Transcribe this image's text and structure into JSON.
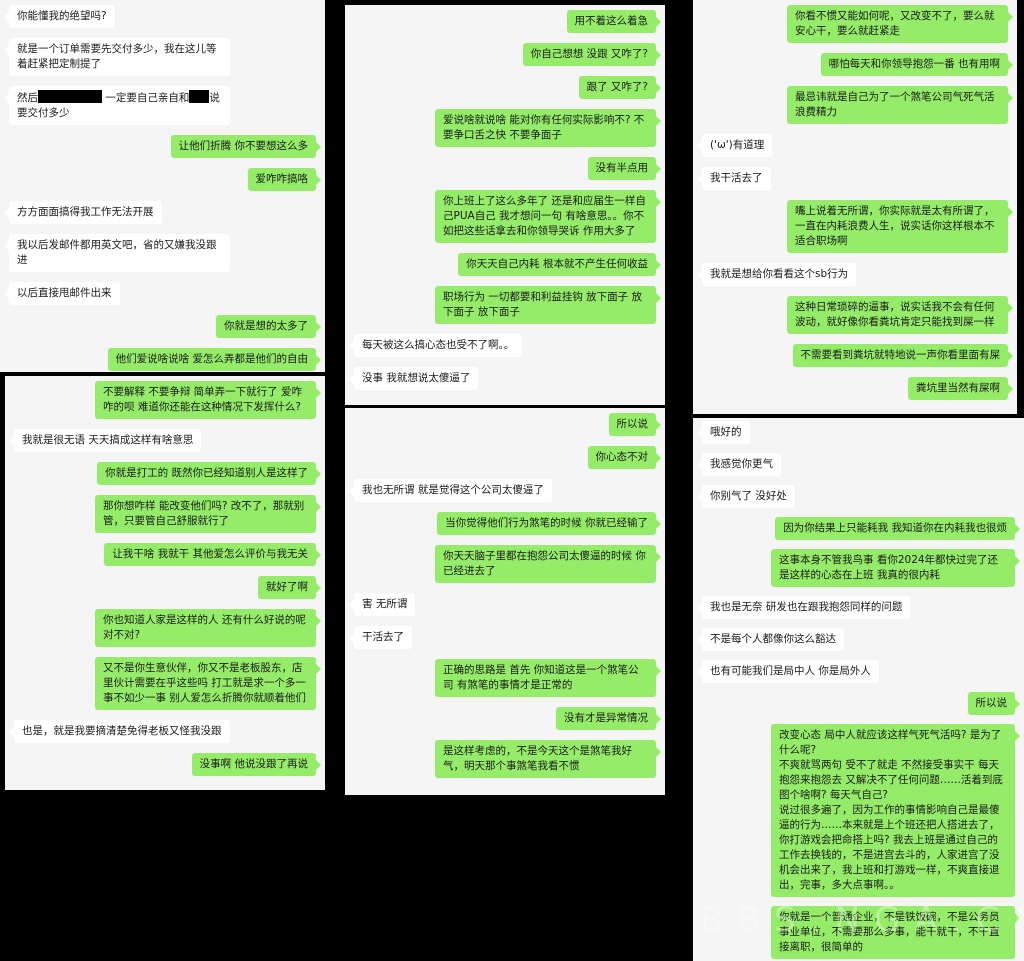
{
  "colors": {
    "outgoing_bubble": "#95ec69",
    "incoming_bubble": "#ffffff",
    "chat_background": "#f5f5f5",
    "page_background": "#000000"
  },
  "panels": [
    {
      "id": "pA",
      "messages": [
        {
          "from": "them",
          "text": "你能懂我的绝望吗?"
        },
        {
          "from": "them",
          "text": "就是一个订单需要先交付多少，我在这儿等着赶紧把定制提了"
        },
        {
          "from": "them",
          "parts": [
            "然后",
            null,
            " 一定要自己亲自和",
            null,
            "说要交付多少"
          ]
        },
        {
          "from": "me",
          "text": "让他们折腾 你不要想这么多"
        },
        {
          "from": "me",
          "text": "爱咋咋搞咯"
        },
        {
          "from": "them",
          "text": "方方面面搞得我工作无法开展"
        },
        {
          "from": "them",
          "text": "我以后发邮件都用英文吧，省的又嫌我没跟进"
        },
        {
          "from": "them",
          "text": "以后直接甩邮件出来"
        },
        {
          "from": "me",
          "text": "你就是想的太多了"
        },
        {
          "from": "me",
          "text": "他们爱说啥说啥 爱怎么弄都是他们的自由"
        }
      ]
    },
    {
      "id": "pB",
      "messages": [
        {
          "from": "me",
          "text": "不要解释 不要争辩 简单弄一下就行了 爱咋咋的呗 难道你还能在这种情况下发挥什么?"
        },
        {
          "from": "them",
          "text": "我就是很无语 天天搞成这样有啥意思"
        },
        {
          "from": "me",
          "text": "你就是打工的 既然你已经知道别人是这样了"
        },
        {
          "from": "me",
          "text": "那你想咋样 能改变他们吗? 改不了，那就别管，只要管自己舒服就行了"
        },
        {
          "from": "me",
          "text": "让我干啥 我就干 其他爱怎么评价与我无关"
        },
        {
          "from": "me",
          "text": "就好了啊"
        },
        {
          "from": "me",
          "text": "你也知道人家是这样的人 还有什么好说的呢对不对?"
        },
        {
          "from": "me",
          "text": "又不是你生意伙伴，你又不是老板股东，店里伙计需要在乎这些吗 打工就是求一个多一事不如少一事  别人爱怎么折腾你就顺着他们"
        },
        {
          "from": "them",
          "text": "也是，就是我要摘清楚免得老板又怪我没跟"
        },
        {
          "from": "me",
          "text": "没事啊 他说没跟了再说"
        }
      ]
    },
    {
      "id": "pC",
      "messages": [
        {
          "from": "me",
          "text": "用不着这么着急"
        },
        {
          "from": "me",
          "text": "你自己想想 没跟 又咋了?"
        },
        {
          "from": "me",
          "text": "跟了 又咋了?"
        },
        {
          "from": "me",
          "text": "爱说啥就说啥  能对你有任何实际影响不? 不要争口舌之快 不要争面子"
        },
        {
          "from": "me",
          "text": "没有半点用"
        },
        {
          "from": "me",
          "text": "你上班上了这么多年了 还是和应届生一样自己PUA自己   我才想问一句 有啥意思。。你不如把这些话拿去和你领导哭诉 作用大多了"
        },
        {
          "from": "me",
          "text": "你天天自己内耗  根本就不产生任何收益"
        },
        {
          "from": "me",
          "text": "职场行为 一切都要和利益挂钩  放下面子 放下面子 放下面子"
        },
        {
          "from": "them",
          "text": "每天被这么搞心态也受不了啊。。"
        },
        {
          "from": "them",
          "text": "没事 我就想说太傻逼了"
        }
      ]
    },
    {
      "id": "pD",
      "messages": [
        {
          "from": "me",
          "text": "所以说"
        },
        {
          "from": "me",
          "text": "你心态不对"
        },
        {
          "from": "them",
          "text": "我也无所谓 就是觉得这个公司太傻逼了"
        },
        {
          "from": "me",
          "text": "当你觉得他们行为煞笔的时候 你就已经输了"
        },
        {
          "from": "me",
          "text": "你天天脑子里都在抱怨公司太傻逼的时候 你已经进去了"
        },
        {
          "from": "them",
          "text": "害 无所谓"
        },
        {
          "from": "them",
          "text": "干活去了"
        },
        {
          "from": "me",
          "text": "正确的思路是 首先 你知道这是一个煞笔公司  有煞笔的事情才是正常的"
        },
        {
          "from": "me",
          "text": "没有才是异常情况"
        },
        {
          "from": "me",
          "text": "是这样考虑的，不是今天这个是煞笔我好气，明天那个事煞笔我看不惯"
        }
      ]
    },
    {
      "id": "pE",
      "messages": [
        {
          "from": "me",
          "text": "你看不惯又能如何呢，又改变不了，要么就安心干，要么就赶紧走"
        },
        {
          "from": "me",
          "text": "哪怕每天和你领导抱怨一番 也有用啊"
        },
        {
          "from": "me",
          "text": "最忌讳就是自己为了一个煞笔公司气死气活 浪费精力"
        },
        {
          "from": "them",
          "text": "('ω')有道理"
        },
        {
          "from": "them",
          "text": "我干活去了"
        },
        {
          "from": "me",
          "text": "嘴上说着无所谓，你实际就是太有所谓了，一直在内耗浪费人生，说实话你这样根本不适合职场啊"
        },
        {
          "from": "them",
          "text": "我就是想给你看看这个sb行为"
        },
        {
          "from": "me",
          "text": "这种日常琐碎的逼事，说实话我不会有任何波动，就好像你看粪坑肯定只能找到屎一样"
        },
        {
          "from": "me",
          "text": "不需要看到粪坑就特地说一声你看里面有屎"
        },
        {
          "from": "me",
          "text": "粪坑里当然有屎啊"
        }
      ]
    },
    {
      "id": "pF",
      "messages": [
        {
          "from": "them",
          "text": "哦好的"
        },
        {
          "from": "them",
          "text": "我感觉你更气"
        },
        {
          "from": "them",
          "text": "你别气了 没好处"
        },
        {
          "from": "me",
          "text": "因为你结果上只能耗我 我知道你在内耗我也很烦"
        },
        {
          "from": "me",
          "text": "这事本身不管我鸟事 看你2024年都快过完了还是这样的心态在上班 我真的很内耗"
        },
        {
          "from": "them",
          "text": "我也是无奈 研发也在跟我抱怨同样的问题"
        },
        {
          "from": "them",
          "text": "不是每个人都像你这么豁达"
        },
        {
          "from": "them",
          "text": "也有可能我们是局中人 你是局外人"
        },
        {
          "from": "me",
          "text": "所以说"
        },
        {
          "from": "me",
          "text": "改变心态   局中人就应该这样气死气活吗? 是为了什么呢?\n不爽就骂两句 受不了就走 不然接受事实干   每天抱怨来抱怨去 又解决不了任何问题……活着到底图个啥啊? 每天气自己?\n说过很多遍了，因为工作的事情影响自己是最傻逼的行为……本来就是上个班还把人搭进去了，你打游戏会把命搭上吗? 我去上班是通过自己的工作去换钱的，不是进宫去斗的，人家进宫了没机会出来了，我上班和打游戏一样，不爽直接退出，完事，多大点事啊。。"
        },
        {
          "from": "me",
          "text": "你就是一个普通企业，不是铁饭碗，不是公务员事业单位，不需要那么多事，能干就干，不干直接离职，很简单的"
        }
      ]
    }
  ],
  "watermark": "BBS.NGA.CN"
}
